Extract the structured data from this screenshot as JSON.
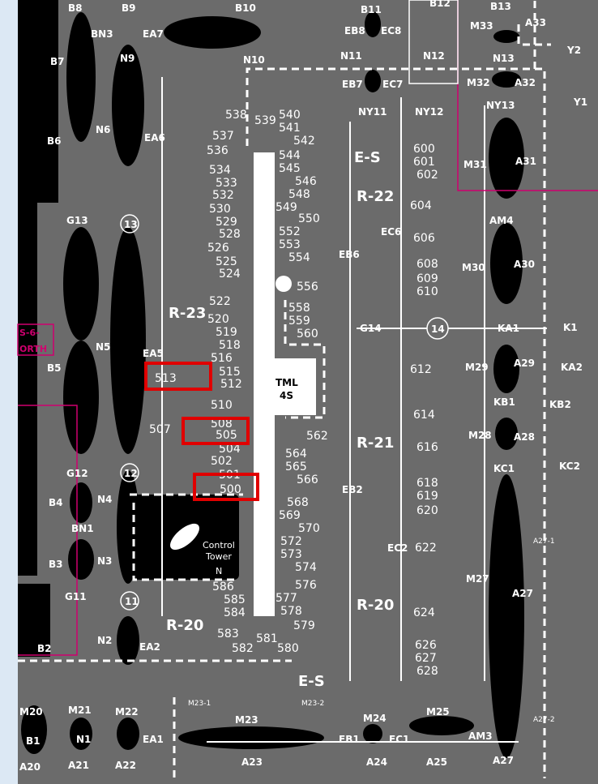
{
  "taxiways": {
    "top": [
      "B8",
      "B9",
      "B10",
      "B11",
      "B12",
      "B13"
    ],
    "row2": [
      "BN3",
      "EA7",
      "EB8",
      "EC8",
      "M33",
      "A33"
    ],
    "row3": [
      "B7",
      "N9",
      "N10",
      "N11",
      "N12",
      "N13",
      "Y2"
    ],
    "row4": [
      "EB7",
      "EC7",
      "M32",
      "A32"
    ],
    "row5": [
      "NY11",
      "NY12",
      "NY13",
      "Y1"
    ],
    "misc": [
      "N6",
      "B6",
      "EA6",
      "M31",
      "A31",
      "G13",
      "AM4",
      "EB6",
      "EC6",
      "M30",
      "A30",
      "G14",
      "KA1",
      "K1",
      "N5",
      "EA5",
      "B5",
      "M29",
      "A29",
      "KA2",
      "KB1",
      "KB2",
      "M28",
      "A28",
      "G12",
      "KC1",
      "KC2",
      "B4",
      "N4",
      "BN1",
      "B3",
      "N3",
      "EB2",
      "EC2",
      "M27",
      "A27",
      "A27-1",
      "G11",
      "B2",
      "N2",
      "EA2",
      "M20",
      "M21",
      "M22",
      "M23-1",
      "M23-2",
      "M23",
      "M24",
      "M25",
      "AM3",
      "A27-2",
      "B1",
      "N1",
      "EA1",
      "EB1",
      "EC1",
      "A20",
      "A21",
      "A22",
      "A23",
      "A24",
      "A25",
      "A27"
    ]
  },
  "circles": [
    "13",
    "12",
    "11",
    "14"
  ],
  "runways": {
    "r23": "R-23",
    "r22": "R-22",
    "r21": "R-21",
    "r20": "R-20",
    "r20b": "R-20",
    "es_top": "E-S",
    "es_bottom": "E-S"
  },
  "terminal": {
    "label_1": "TML",
    "label_2": "4S"
  },
  "control_tower": {
    "line1": "Control",
    "line2": "Tower",
    "line3": "N"
  },
  "stands_left": [
    "538",
    "539",
    "537",
    "536",
    "534",
    "533",
    "532",
    "530",
    "529",
    "528",
    "526",
    "525",
    "524",
    "522",
    "520",
    "519",
    "518",
    "516",
    "515",
    "513",
    "512",
    "510",
    "508",
    "507",
    "505",
    "504",
    "502",
    "501",
    "500",
    "586",
    "585",
    "584",
    "583",
    "582",
    "581",
    "580"
  ],
  "stands_mid": [
    "540",
    "541",
    "542",
    "544",
    "545",
    "546",
    "548",
    "549",
    "550",
    "552",
    "553",
    "554",
    "556",
    "558",
    "559",
    "560",
    "562",
    "564",
    "565",
    "566",
    "568",
    "569",
    "570",
    "572",
    "573",
    "574",
    "576",
    "577",
    "578",
    "579"
  ],
  "stands_right": [
    "600",
    "601",
    "602",
    "604",
    "606",
    "608",
    "609",
    "610",
    "612",
    "614",
    "616",
    "618",
    "619",
    "620",
    "622",
    "624",
    "626",
    "627",
    "628"
  ],
  "edge_labels": {
    "top": "S-6-",
    "bottom": "ORTH"
  },
  "highlighted_stands": [
    "513",
    "505",
    "500"
  ],
  "colors": {
    "background": "#dce8f4",
    "apron": "#6b6b6b",
    "building": "#000000",
    "highlight": "#e00000",
    "magenta": "#d0006f"
  }
}
